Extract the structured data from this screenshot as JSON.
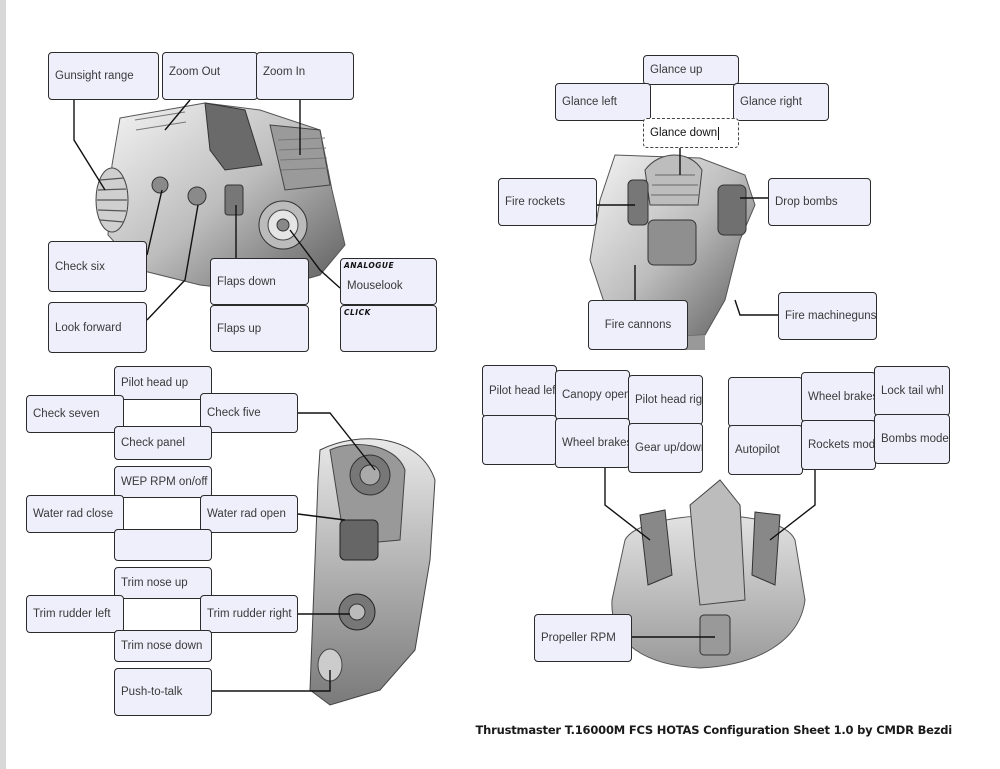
{
  "throttle_top": {
    "gunsight_range": "Gunsight range",
    "zoom_out": "Zoom Out",
    "zoom_in": "Zoom In",
    "check_six": "Check six",
    "look_forward": "Look forward",
    "flaps_down": "Flaps down",
    "flaps_up": "Flaps up",
    "analogue_header": "ANALOGUE",
    "mouselook": "Mouselook",
    "click_header": "CLICK",
    "click_value": ""
  },
  "stick_top": {
    "glance_up": "Glance up",
    "glance_left": "Glance left",
    "glance_right": "Glance right",
    "glance_down": "Glance down",
    "fire_rockets": "Fire rockets",
    "drop_bombs": "Drop bombs",
    "fire_cannons": "Fire cannons",
    "fire_machineguns": "Fire machineguns"
  },
  "throttle_side": {
    "hat1": {
      "up": "Pilot head up",
      "left": "Check seven",
      "right": "Check five",
      "down": "Check panel"
    },
    "hat2": {
      "up": "WEP RPM on/off",
      "left": "Water rad close",
      "right": "Water rad open",
      "down": ""
    },
    "hat3": {
      "up": "Trim nose up",
      "left": "Trim rudder left",
      "right": "Trim rudder right",
      "down": "Trim nose down"
    },
    "push_to_talk": "Push-to-talk"
  },
  "base": {
    "left_grid": [
      "Pilot head left",
      "Canopy open",
      "Pilot head righ",
      "",
      "Wheel brakes",
      "Gear up/down"
    ],
    "right_grid": [
      "",
      "Wheel brakes",
      "Lock tail whl",
      "Autopilot",
      "Rockets mode",
      "Bombs mode"
    ],
    "propeller_rpm": "Propeller RPM"
  },
  "footer": "Thrustmaster T.16000M FCS HOTAS Configuration Sheet 1.0 by CMDR Bezdi"
}
